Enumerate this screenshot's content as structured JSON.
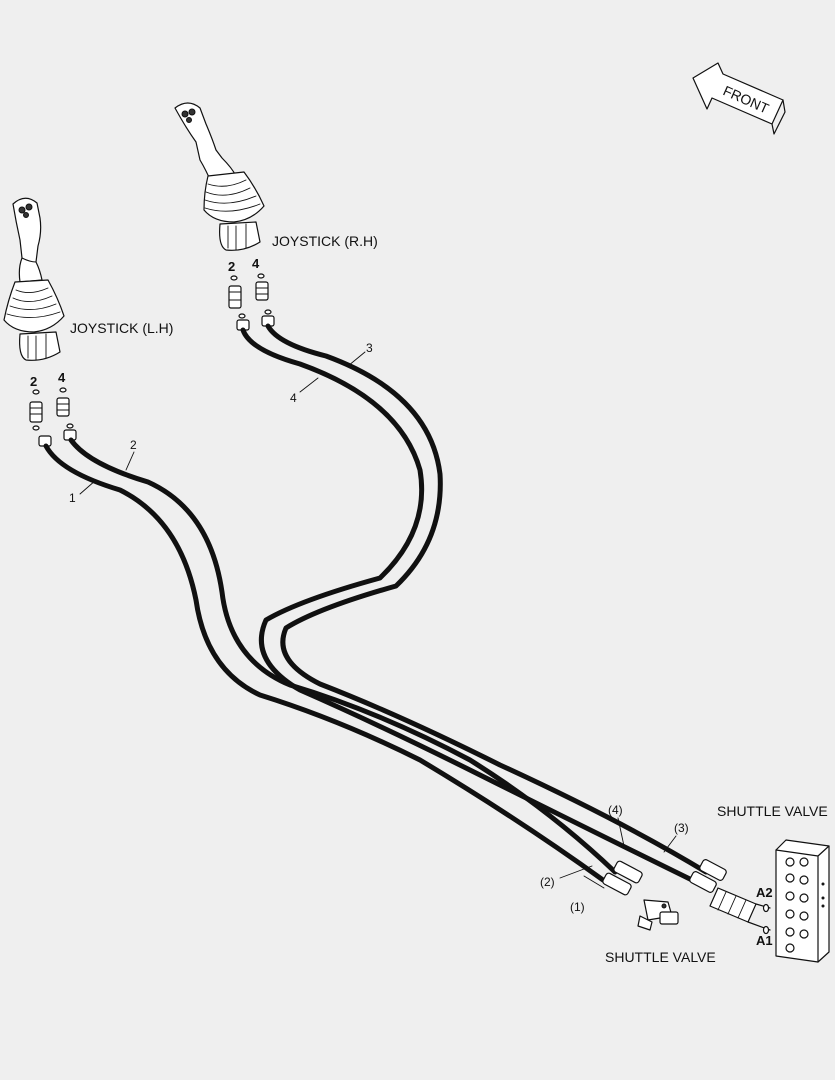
{
  "labels": {
    "front": "FRONT",
    "joystick_lh": "JOYSTICK (L.H)",
    "joystick_rh": "JOYSTICK (R.H)",
    "shuttle_valve_top": "SHUTTLE VALVE",
    "shuttle_valve_bottom": "SHUTTLE VALVE"
  },
  "ports": {
    "lh_a": "2",
    "lh_b": "4",
    "rh_a": "2",
    "rh_b": "4",
    "a2": "A2",
    "a1": "A1"
  },
  "hoses": {
    "h1": "1",
    "h2": "2",
    "h3": "3",
    "h4": "4",
    "p1": "(1)",
    "p2": "(2)",
    "p3": "(3)",
    "p4": "(4)"
  }
}
